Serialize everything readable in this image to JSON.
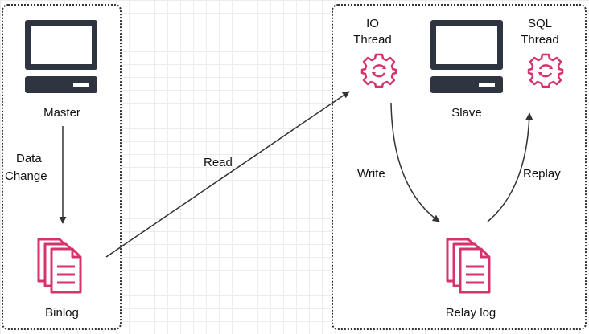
{
  "nodes": {
    "master": "Master",
    "binlog": "Binlog",
    "io_thread": [
      "IO",
      "Thread"
    ],
    "sql_thread": [
      "SQL",
      "Thread"
    ],
    "slave": "Slave",
    "relay_log": "Relay log"
  },
  "edges": {
    "data_change": [
      "Data",
      "Change"
    ],
    "read": "Read",
    "write": "Write",
    "replay": "Replay"
  },
  "colors": {
    "computer": "#2e3440",
    "accent": "#d6336c",
    "arrow": "#333333"
  },
  "icons": {
    "computer": "computer-icon",
    "document_stack": "document-stack-icon",
    "gear_sync": "gear-sync-icon"
  }
}
